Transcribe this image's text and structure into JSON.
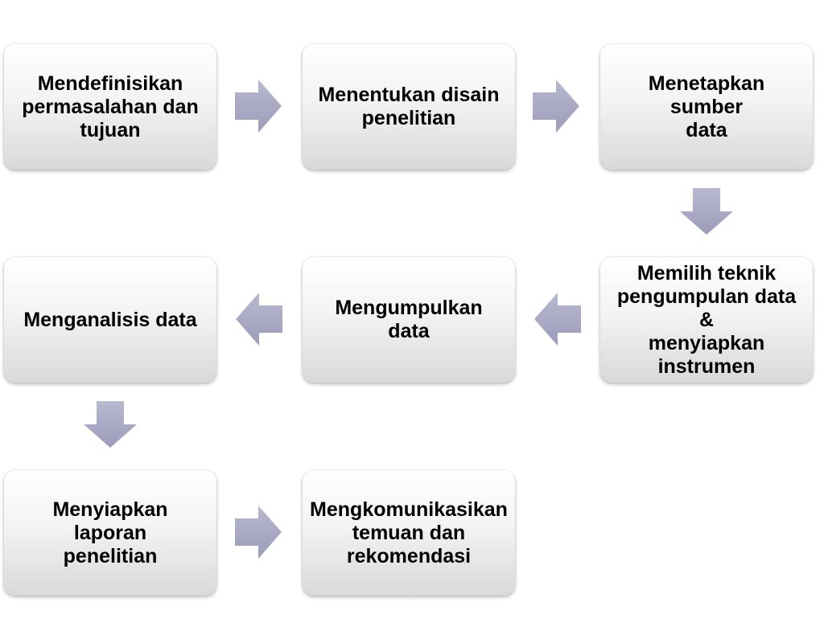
{
  "colors": {
    "arrow_fill": "#9c9cbb",
    "arrow_highlight": "#b8b8d0",
    "box_top": "#ffffff",
    "box_bottom": "#d9d9d9",
    "text": "#000000"
  },
  "steps": [
    {
      "label": "Mendefinisikan\npermasalahan dan\ntujuan"
    },
    {
      "label": "Menentukan disain\npenelitian"
    },
    {
      "label": "Menetapkan sumber\ndata"
    },
    {
      "label": "Memilih teknik\npengumpulan data &\nmenyiapkan\ninstrumen"
    },
    {
      "label": "Mengumpulkan data"
    },
    {
      "label": "Menganalisis data"
    },
    {
      "label": "Menyiapkan laporan\npenelitian"
    },
    {
      "label": "Mengkomunikasikan\ntemuan dan\nrekomendasi"
    }
  ],
  "arrows": [
    {
      "direction": "right",
      "icon": "arrow-right-icon"
    },
    {
      "direction": "right",
      "icon": "arrow-right-icon"
    },
    {
      "direction": "down",
      "icon": "arrow-down-icon"
    },
    {
      "direction": "left",
      "icon": "arrow-left-icon"
    },
    {
      "direction": "left",
      "icon": "arrow-left-icon"
    },
    {
      "direction": "down",
      "icon": "arrow-down-icon"
    },
    {
      "direction": "right",
      "icon": "arrow-right-icon"
    }
  ]
}
